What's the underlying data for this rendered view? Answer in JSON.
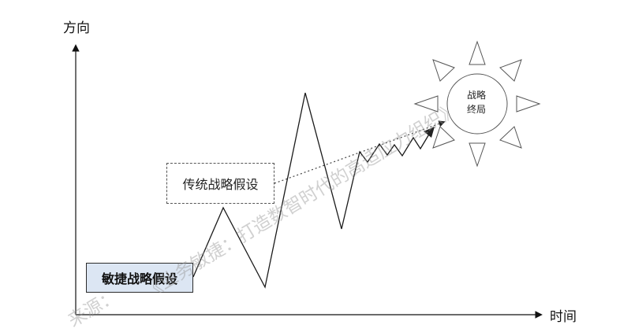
{
  "y_axis_label": "方向",
  "x_axis_label": "时间",
  "traditional_box_label": "传统战略假设",
  "agile_box_label": "敏捷战略假设",
  "sun": {
    "line1": "战略",
    "line2": "终局"
  },
  "watermark": {
    "source_prefix": "来源：",
    "text": "《业务敏捷：打造数智时代的高适应力组织》"
  },
  "colors": {
    "axis": "#111111",
    "agile_box_fill": "#dce6f3",
    "line": "#1a1a1a"
  }
}
